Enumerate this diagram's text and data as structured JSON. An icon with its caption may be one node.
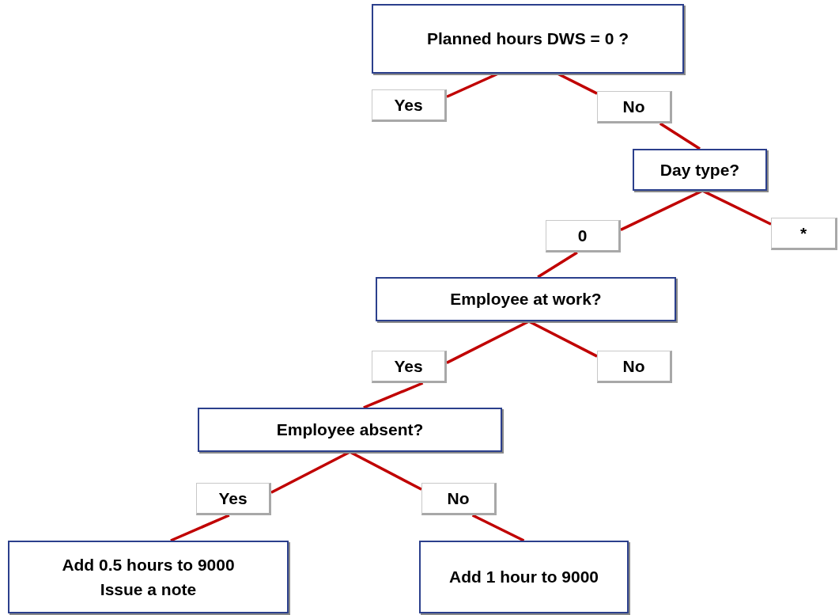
{
  "diagram": {
    "nodes": [
      {
        "text": [
          "Planned hours DWS = 0 ?"
        ]
      },
      {
        "text": [
          "Yes"
        ]
      },
      {
        "text": [
          "No"
        ]
      },
      {
        "text": [
          "Day type?"
        ]
      },
      {
        "text": [
          "0"
        ]
      },
      {
        "text": [
          "*"
        ]
      },
      {
        "text": [
          "Employee at work?"
        ]
      },
      {
        "text": [
          "Yes"
        ]
      },
      {
        "text": [
          "No"
        ]
      },
      {
        "text": [
          "Employee absent?"
        ]
      },
      {
        "text": [
          "Yes"
        ]
      },
      {
        "text": [
          "No"
        ]
      },
      {
        "text": [
          "Add 0.5 hours to 9000",
          "Issue a note"
        ]
      },
      {
        "text": [
          "Add 1 hour to 9000"
        ]
      }
    ],
    "edges": [
      {
        "from": 0,
        "to": 1,
        "arrow": "none"
      },
      {
        "from": 0,
        "to": 2,
        "arrow": "none"
      },
      {
        "from": 2,
        "to": 3,
        "arrow": "none"
      },
      {
        "from": 3,
        "to": 4,
        "arrow": "none"
      },
      {
        "from": 3,
        "to": 5,
        "arrow": "none"
      },
      {
        "from": 4,
        "to": 6,
        "arrow": "none"
      },
      {
        "from": 6,
        "to": 7,
        "arrow": "none"
      },
      {
        "from": 6,
        "to": 8,
        "arrow": "none"
      },
      {
        "from": 7,
        "to": 9,
        "arrow": "none"
      },
      {
        "from": 9,
        "to": 10,
        "arrow": "none"
      },
      {
        "from": 9,
        "to": 11,
        "arrow": "none"
      },
      {
        "from": 10,
        "to": 12,
        "arrow": "none"
      },
      {
        "from": 11,
        "to": 13,
        "arrow": "none"
      }
    ]
  }
}
